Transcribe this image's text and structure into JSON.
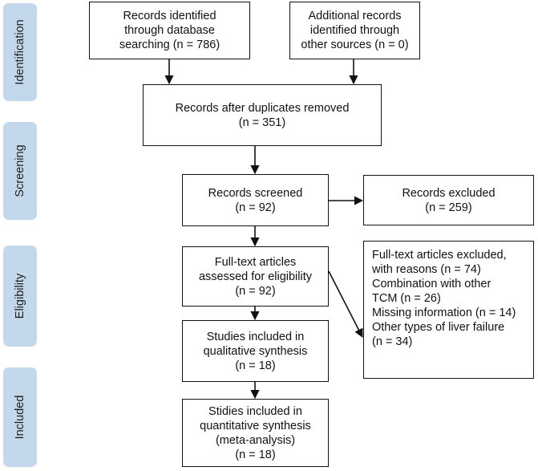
{
  "phases": {
    "identification": "Identification",
    "screening": "Screening",
    "eligibility": "Eligibility",
    "included": "Included"
  },
  "boxes": {
    "db_search": [
      "Records identified",
      "through database",
      "searching (n = 786)"
    ],
    "other_sources": [
      "Additional records",
      "identified through",
      "other sources (n = 0)"
    ],
    "after_duplicates": [
      "Records after duplicates removed",
      "(n = 351)"
    ],
    "screened": [
      "Records screened",
      "(n = 92)"
    ],
    "excluded": [
      "Records excluded",
      "(n = 259)"
    ],
    "fulltext": [
      "Full-text articles",
      "assessed for eligibility",
      "(n = 92)"
    ],
    "fulltext_excluded": [
      "Full-text articles excluded,",
      "with reasons (n = 74)",
      "Combination with other",
      "TCM (n = 26)",
      "Missing information (n = 14)",
      "Other types of liver failure",
      "(n = 34)"
    ],
    "qualitative": [
      "Studies included in",
      "qualitative synthesis",
      "(n = 18)"
    ],
    "quantitative": [
      "Stidies included in",
      "quantitative synthesis",
      "(meta-analysis)",
      "(n = 18)"
    ]
  }
}
